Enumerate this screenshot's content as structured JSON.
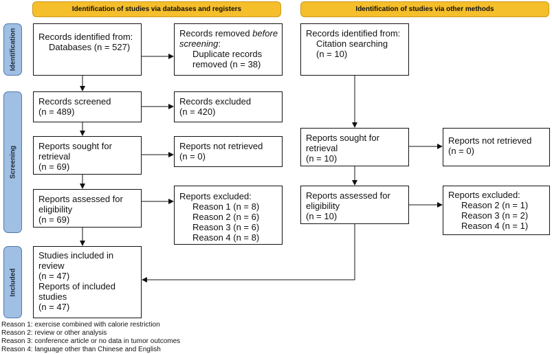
{
  "headers": {
    "databases": "Identification of studies via databases and registers",
    "other": "Identification of studies via other methods"
  },
  "phases": {
    "identification": "Identification",
    "screening": "Screening",
    "included": "Included"
  },
  "boxes": {
    "db_identified": {
      "l1": "Records identified from:",
      "l2": "Databases (n = 527)"
    },
    "db_removed": {
      "l1_a": "Records removed ",
      "l1_b": "before",
      "l2": "screening",
      "l2_colon": ":",
      "l3": "Duplicate records",
      "l4": "removed (n = 38)"
    },
    "db_screened": {
      "l1": "Records screened",
      "l2": "(n = 489)"
    },
    "db_excluded": {
      "l1": "Records excluded",
      "l2": "(n = 420)"
    },
    "db_sought": {
      "l1": "Reports sought for",
      "l2": "retrieval",
      "l3": "(n = 69)"
    },
    "db_not_retrieved": {
      "l1": "Reports not retrieved",
      "l2": "(n = 0)"
    },
    "db_assessed": {
      "l1": "Reports assessed for",
      "l2": "eligibility",
      "l3": "(n = 69)"
    },
    "db_reports_excluded": {
      "l1": "Reports excluded:",
      "r1": "Reason 1 (n = 8)",
      "r2": "Reason 2 (n = 6)",
      "r3": "Reason 3 (n = 6)",
      "r4": "Reason 4 (n = 8)"
    },
    "included": {
      "l1": "Studies included in",
      "l2": "review",
      "l3": "(n = 47)",
      "l4": "Reports of included",
      "l5": "studies",
      "l6": "(n = 47)"
    },
    "oth_identified": {
      "l1": "Records identified from:",
      "l2": "Citation searching",
      "l3": "(n = 10)"
    },
    "oth_sought": {
      "l1": "Reports sought for",
      "l2": "retrieval",
      "l3": "(n = 10)"
    },
    "oth_not_retrieved": {
      "l1": "Reports not retrieved",
      "l2": "(n = 0)"
    },
    "oth_assessed": {
      "l1": "Reports assessed for",
      "l2": "eligibility",
      "l3": "(n = 10)"
    },
    "oth_reports_excluded": {
      "l1": "Reports excluded:",
      "r2": "Reason 2 (n = 1)",
      "r3": "Reason 3 (n = 2)",
      "r4": "Reason 4 (n = 1)"
    }
  },
  "footnotes": [
    "Reason 1: exercise combined with calorie restriction",
    "Reason 2: review or other analysis",
    "Reason 3: conference article or no data in tumor outcomes",
    "Reason 4: language other than Chinese and English"
  ],
  "colors": {
    "header": "#f5be2b",
    "phase_bar": "#9fbfe3",
    "phase_border": "#4f79ac"
  }
}
